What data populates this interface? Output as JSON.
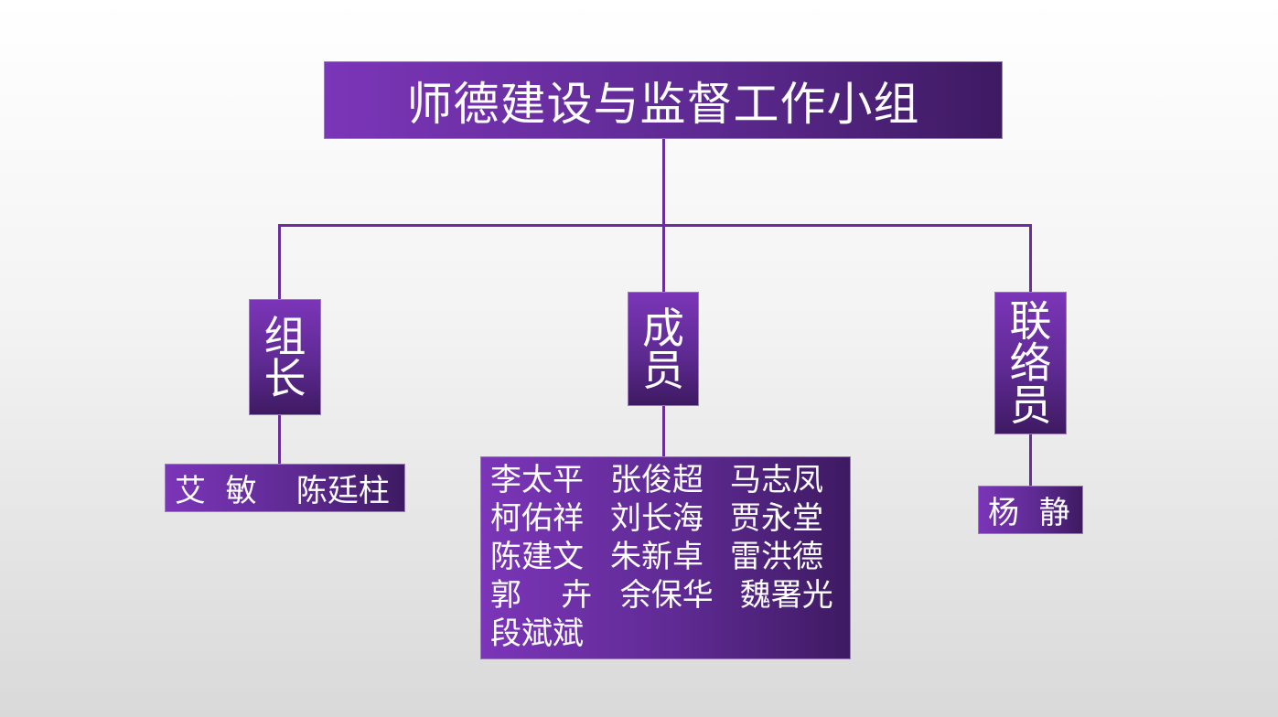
{
  "title": "师德建设与监督工作小组",
  "groups": {
    "leader": {
      "label_chars": [
        "组",
        "长"
      ],
      "names": "艾  敏    陈廷柱"
    },
    "members": {
      "label_chars": [
        "成",
        "员"
      ],
      "rows": [
        [
          "李太平",
          "张俊超",
          "马志凤"
        ],
        [
          "柯佑祥",
          "刘长海",
          "贾永堂"
        ],
        [
          "陈建文",
          "朱新卓",
          "雷洪德"
        ],
        [
          "郭    卉",
          " 余保华",
          " 魏署光"
        ],
        [
          "段斌斌",
          "",
          ""
        ]
      ]
    },
    "liaison": {
      "label_chars": [
        "联",
        "络",
        "员"
      ],
      "names": "杨  静"
    }
  },
  "colors": {
    "box_gradient_start": "#7b35b8",
    "box_gradient_end": "#3e1a62",
    "connector": "#6a2d9c"
  }
}
